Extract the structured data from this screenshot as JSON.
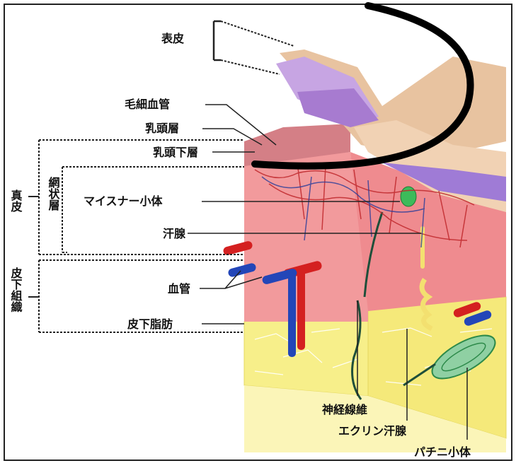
{
  "labels": {
    "epidermis": "表皮",
    "capillary": "毛細血管",
    "papillary_layer": "乳頭層",
    "subpapillary_layer": "乳頭下層",
    "dermis": "真皮",
    "reticular_layer": "網状層",
    "meissner_corpuscle": "マイスナー小体",
    "sweat_gland": "汗腺",
    "blood_vessel": "血管",
    "subcutaneous_tissue": "皮下組織",
    "subcutaneous_fat": "皮下脂肪",
    "nerve_fiber": "神経線維",
    "eccrine_gland": "エクリン汗腺",
    "pacinian_corpuscle": "パチニ小体"
  },
  "colors": {
    "epidermis_skin": "#e8c3a0",
    "epidermis_purple": "#b48ad6",
    "dermis_pink": "#f29a9c",
    "fat_yellow": "#f7ef8a",
    "artery_red": "#d42020",
    "vein_blue": "#2346b8",
    "annotation_black": "#000000"
  }
}
